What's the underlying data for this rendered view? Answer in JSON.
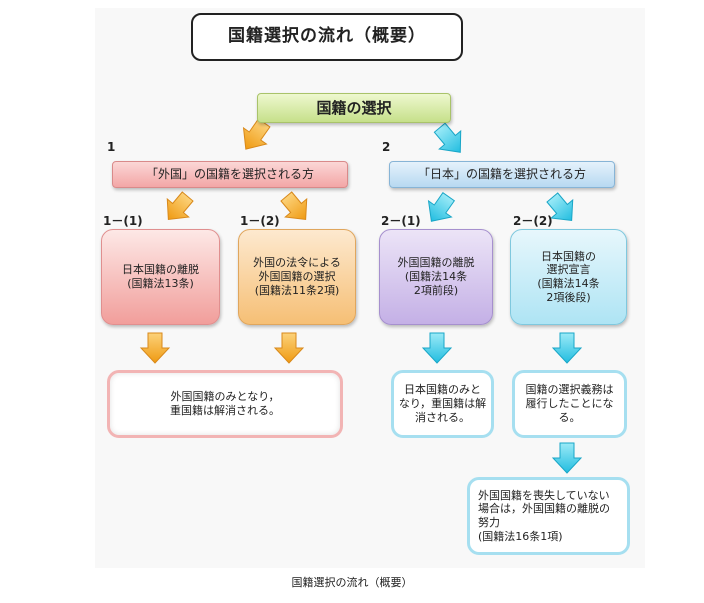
{
  "title": "国籍選択の流れ（概要）",
  "top_node": "国籍の選択",
  "branch_1": {
    "number": "1",
    "label": "「外国」の国籍を選択される方",
    "sub_a": {
      "number": "1－(1)",
      "text": "日本国籍の離脱\n(国籍法13条)"
    },
    "sub_b": {
      "number": "1－(2)",
      "text": "外国の法令による\n外国国籍の選択\n(国籍法11条2項)"
    },
    "result": "外国国籍のみとなり，\n重国籍は解消される。"
  },
  "branch_2": {
    "number": "2",
    "label": "「日本」の国籍を選択される方",
    "sub_a": {
      "number": "2－(1)",
      "text": "外国国籍の離脱\n(国籍法14条\n2項前段)",
      "result": "日本国籍のみと\nなり，重国籍は解\n消される。"
    },
    "sub_b": {
      "number": "2－(2)",
      "text": "日本国籍の\n選択宣言\n(国籍法14条\n2項後段)",
      "result": "国籍の選択義務は\n履行したことになる。"
    },
    "final": "外国国籍を喪失していない\n場合は，外国国籍の離脱の\n努力\n(国籍法16条1項)"
  },
  "caption": "国籍選択の流れ（概要）",
  "colors": {
    "orange_arrow": "#f5a623",
    "cyan_arrow": "#39c6e6",
    "pink": "#f3a6a6",
    "blue": "#b7d9f1",
    "green": "#c6e08a"
  }
}
